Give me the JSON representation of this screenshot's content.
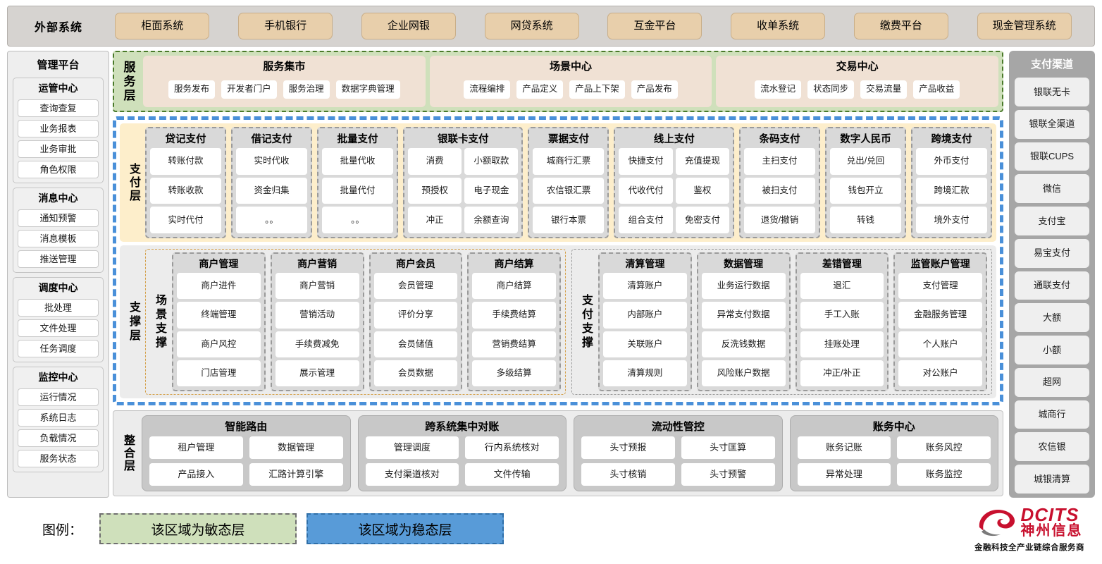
{
  "external": {
    "title": "外部系统",
    "items": [
      "柜面系统",
      "手机银行",
      "企业网银",
      "网贷系统",
      "互金平台",
      "收单系统",
      "缴费平台",
      "现金管理系统"
    ]
  },
  "management": {
    "title": "管理平台",
    "groups": [
      {
        "title": "运管中心",
        "items": [
          "查询查复",
          "业务报表",
          "业务审批",
          "角色权限"
        ]
      },
      {
        "title": "消息中心",
        "items": [
          "通知预警",
          "消息模板",
          "推送管理"
        ]
      },
      {
        "title": "调度中心",
        "items": [
          "批处理",
          "文件处理",
          "任务调度"
        ]
      },
      {
        "title": "监控中心",
        "items": [
          "运行情况",
          "系统日志",
          "负载情况",
          "服务状态"
        ]
      }
    ]
  },
  "service_layer": {
    "label": "服务层",
    "boxes": [
      {
        "title": "服务集市",
        "items": [
          "服务发布",
          "开发者门户",
          "服务治理",
          "数据字典管理"
        ]
      },
      {
        "title": "场景中心",
        "items": [
          "流程编排",
          "产品定义",
          "产品上下架",
          "产品发布"
        ]
      },
      {
        "title": "交易中心",
        "items": [
          "流水登记",
          "状态同步",
          "交易流量",
          "产品收益"
        ]
      }
    ]
  },
  "payment_layer": {
    "label": "支付层",
    "groups": [
      {
        "title": "贷记支付",
        "cols": 1,
        "items": [
          "转账付款",
          "转账收款",
          "实时代付"
        ]
      },
      {
        "title": "借记支付",
        "cols": 1,
        "items": [
          "实时代收",
          "资金归集",
          "。。"
        ]
      },
      {
        "title": "批量支付",
        "cols": 1,
        "items": [
          "批量代收",
          "批量代付",
          "。。"
        ]
      },
      {
        "title": "银联卡支付",
        "cols": 2,
        "items": [
          "消费",
          "小额取款",
          "预授权",
          "电子现金",
          "冲正",
          "余额查询"
        ]
      },
      {
        "title": "票据支付",
        "cols": 1,
        "items": [
          "城商行汇票",
          "农信银汇票",
          "银行本票"
        ]
      },
      {
        "title": "线上支付",
        "cols": 2,
        "items": [
          "快捷支付",
          "充值提现",
          "代收代付",
          "鉴权",
          "组合支付",
          "免密支付"
        ]
      },
      {
        "title": "条码支付",
        "cols": 1,
        "items": [
          "主扫支付",
          "被扫支付",
          "退货/撤销"
        ]
      },
      {
        "title": "数字人民币",
        "cols": 1,
        "items": [
          "兑出/兑回",
          "钱包开立",
          "转钱"
        ]
      },
      {
        "title": "跨境支付",
        "cols": 1,
        "items": [
          "外币支付",
          "跨境汇款",
          "境外支付"
        ]
      }
    ]
  },
  "support_layer": {
    "label": "支撑层",
    "halves": [
      {
        "label": "场景支撑",
        "groups": [
          {
            "title": "商户管理",
            "items": [
              "商户进件",
              "终端管理",
              "商户风控",
              "门店管理"
            ]
          },
          {
            "title": "商户营销",
            "items": [
              "商户营销",
              "营销活动",
              "手续费减免",
              "展示管理"
            ]
          },
          {
            "title": "商户会员",
            "items": [
              "会员管理",
              "评价分享",
              "会员储值",
              "会员数据"
            ]
          },
          {
            "title": "商户结算",
            "items": [
              "商户结算",
              "手续费结算",
              "营销费结算",
              "多级结算"
            ]
          }
        ]
      },
      {
        "label": "支付支撑",
        "groups": [
          {
            "title": "清算管理",
            "items": [
              "清算账户",
              "内部账户",
              "关联账户",
              "清算规则"
            ]
          },
          {
            "title": "数据管理",
            "items": [
              "业务运行数据",
              "异常支付数据",
              "反洗钱数据",
              "风险账户数据"
            ]
          },
          {
            "title": "差错管理",
            "items": [
              "退汇",
              "手工入账",
              "挂账处理",
              "冲正/补正"
            ]
          },
          {
            "title": "监管账户管理",
            "items": [
              "支付管理",
              "金融服务管理",
              "个人账户",
              "对公账户"
            ]
          }
        ]
      }
    ]
  },
  "integration_layer": {
    "label": "整合层",
    "groups": [
      {
        "title": "智能路由",
        "items": [
          "租户管理",
          "数据管理",
          "产品接入",
          "汇路计算引擎"
        ]
      },
      {
        "title": "跨系统集中对账",
        "items": [
          "管理调度",
          "行内系统核对",
          "支付渠道核对",
          "文件传输"
        ]
      },
      {
        "title": "流动性管控",
        "items": [
          "头寸预报",
          "头寸匡算",
          "头寸核销",
          "头寸预警"
        ]
      },
      {
        "title": "账务中心",
        "items": [
          "账务记账",
          "账务风控",
          "异常处理",
          "账务监控"
        ]
      }
    ]
  },
  "pay_channels": {
    "title": "支付渠道",
    "items": [
      "银联无卡",
      "银联全渠道",
      "银联CUPS",
      "微信",
      "支付宝",
      "易宝支付",
      "通联支付",
      "大额",
      "小额",
      "超网",
      "城商行",
      "农信银",
      "城银清算"
    ]
  },
  "legend": {
    "label": "图例：",
    "agile": "该区域为敏态层",
    "stable": "该区域为稳态层"
  },
  "logo": {
    "en": "DCITS",
    "cn": "神州信息",
    "tagline": "金融科技全产业链综合服务商"
  },
  "colors": {
    "agile_green": "#cfe0bb",
    "stable_blue": "#4a90d9",
    "payment_cream": "#fdeecb",
    "external_tan": "#e8cfab",
    "brand_red": "#c8102e"
  }
}
